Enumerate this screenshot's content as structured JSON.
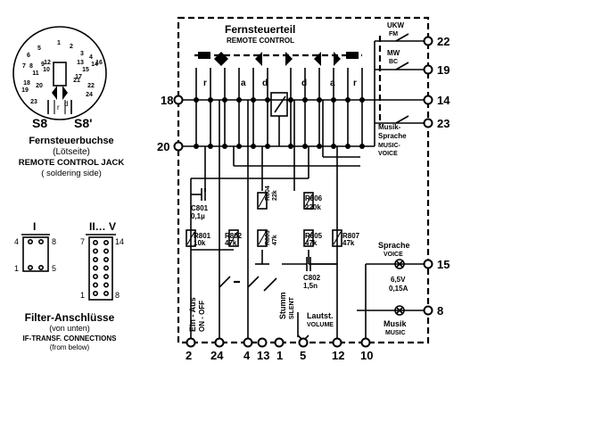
{
  "remote_unit": {
    "title_de": "Fernsteuerteil",
    "title_en": "REMOTE CONTROL",
    "switch_labels": [
      "r",
      "a",
      "d",
      "d",
      "a",
      "r"
    ]
  },
  "band_switches": {
    "ukw_de": "UKW",
    "ukw_en": "FM",
    "mw_de": "MW",
    "mw_en": "BC",
    "music_de": "Musik-",
    "music_de2": "Sprache",
    "music_en": "MUSIC-",
    "music_en2": "VOICE"
  },
  "right_terminals": [
    "22",
    "19",
    "14",
    "23",
    "15",
    "8"
  ],
  "left_terminals": [
    "18",
    "20"
  ],
  "bottom_terminals": [
    "2",
    "24",
    "4",
    "13",
    "1",
    "5",
    "12",
    "10"
  ],
  "components": {
    "c801_name": "C801",
    "c801_value": "0,1µ",
    "r801_name": "R801",
    "r801_value": "10k",
    "r802_name": "R802",
    "r802_value": "47k",
    "r803_name": "R803",
    "r803_value": "47k",
    "r804_name": "R804",
    "r804_value": "22k",
    "r805_name": "R805",
    "r805_value": "47k",
    "r806_name": "R806",
    "r806_value": "220k",
    "r807_name": "R807",
    "r807_value": "47k",
    "c802_name": "C802",
    "c802_value": "1,5n"
  },
  "switch_texts": {
    "on_de": "Ein - Aus",
    "on_en": "ON - OFF",
    "mute_de": "Stumm",
    "mute_en": "SILENT",
    "volume_de": "Lautst.",
    "volume_en": "VOLUME"
  },
  "lamps": {
    "voice_de": "Sprache",
    "voice_en": "VOICE",
    "rating_voltage": "6,5V",
    "rating_current": "0,15A",
    "music_de": "Musik",
    "music_en": "MUSIC"
  },
  "jack": {
    "pins": [
      "1",
      "2",
      "3",
      "4",
      "5",
      "6",
      "7",
      "8",
      "9",
      "10",
      "11",
      "12",
      "13",
      "14",
      "15",
      "16",
      "17",
      "18",
      "19",
      "20",
      "21",
      "22",
      "23",
      "24"
    ],
    "s8": "S8",
    "s8p": "S8'",
    "pin_r": "r",
    "pin_d": "d",
    "caption_de": "Fernsteuerbuchse",
    "caption_de2": "(Lötseite)",
    "caption_en": "REMOTE CONTROL JACK",
    "caption_en2": "( soldering side)"
  },
  "filter": {
    "label_i": "I",
    "label_ii_v": "II… V",
    "pins_i": [
      "4",
      "8",
      "1",
      "5"
    ],
    "pins_ii": [
      "7",
      "14",
      "1",
      "8"
    ],
    "caption_de": "Filter-Anschlüsse",
    "caption_de2": "(von unten)",
    "caption_en": "IF-TRANSF. CONNECTIONS",
    "caption_en2": "(from below)"
  }
}
